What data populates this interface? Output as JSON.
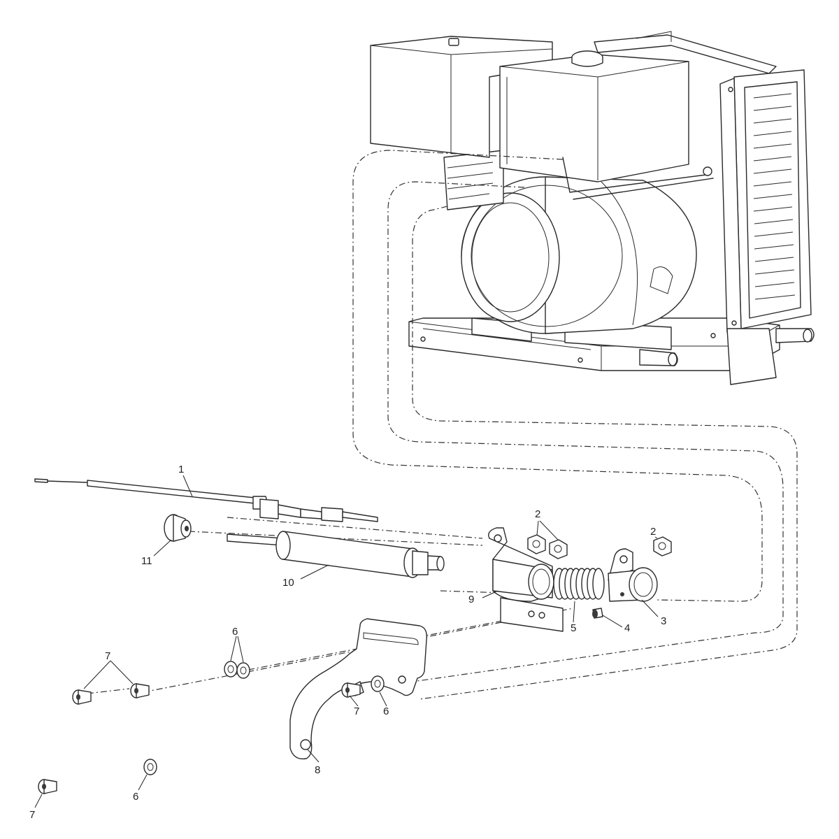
{
  "callouts": {
    "c1": "1",
    "c2a": "2",
    "c2b": "2",
    "c3": "3",
    "c4": "4",
    "c5": "5",
    "c6a": "6",
    "c6b": "6",
    "c6c": "6",
    "c7a": "7",
    "c7b": "7",
    "c7c": "7",
    "c8": "8",
    "c9": "9",
    "c10": "10",
    "c11": "11"
  }
}
